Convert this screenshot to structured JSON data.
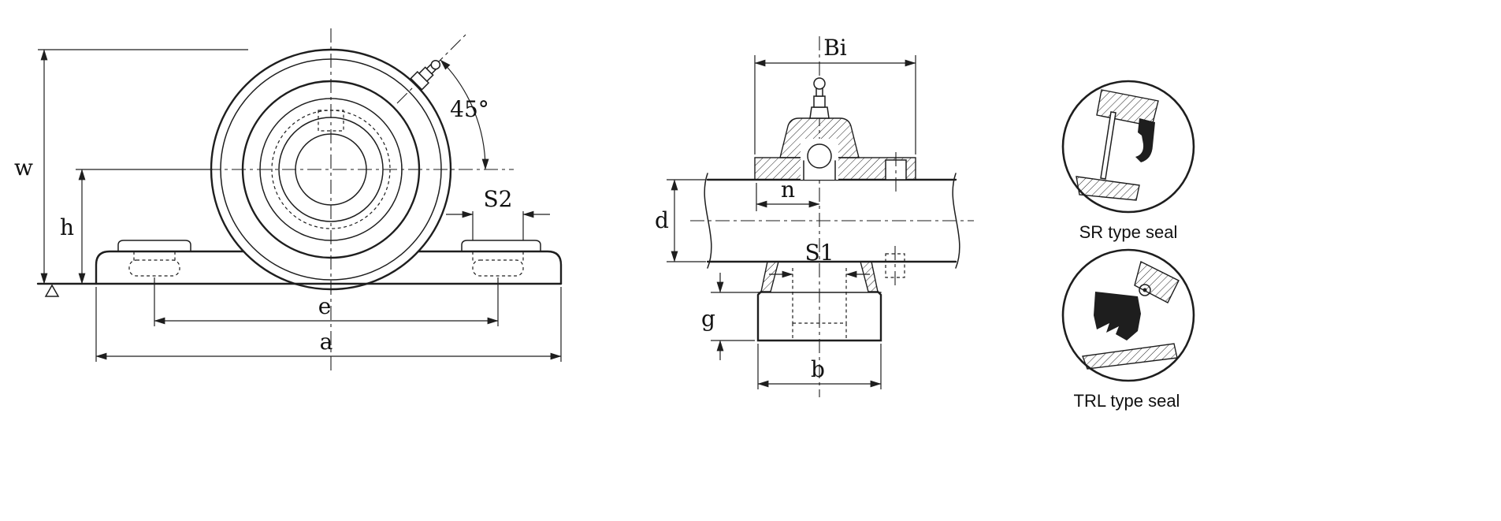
{
  "page": {
    "background": "#ffffff",
    "line_color": "#1e1e1e",
    "description": "Pillow block bearing unit dimensional drawing"
  },
  "front_view": {
    "dimensions": {
      "w": "w",
      "h": "h",
      "angle": "45°",
      "s2": "S2",
      "e": "e",
      "a": "a"
    }
  },
  "side_view": {
    "dimensions": {
      "bi": "Bi",
      "n": "n",
      "d": "d",
      "s1": "S1",
      "g": "g",
      "b": "b"
    }
  },
  "seal_details": {
    "sr": {
      "label": "SR type seal"
    },
    "trl": {
      "label": "TRL type seal"
    }
  }
}
